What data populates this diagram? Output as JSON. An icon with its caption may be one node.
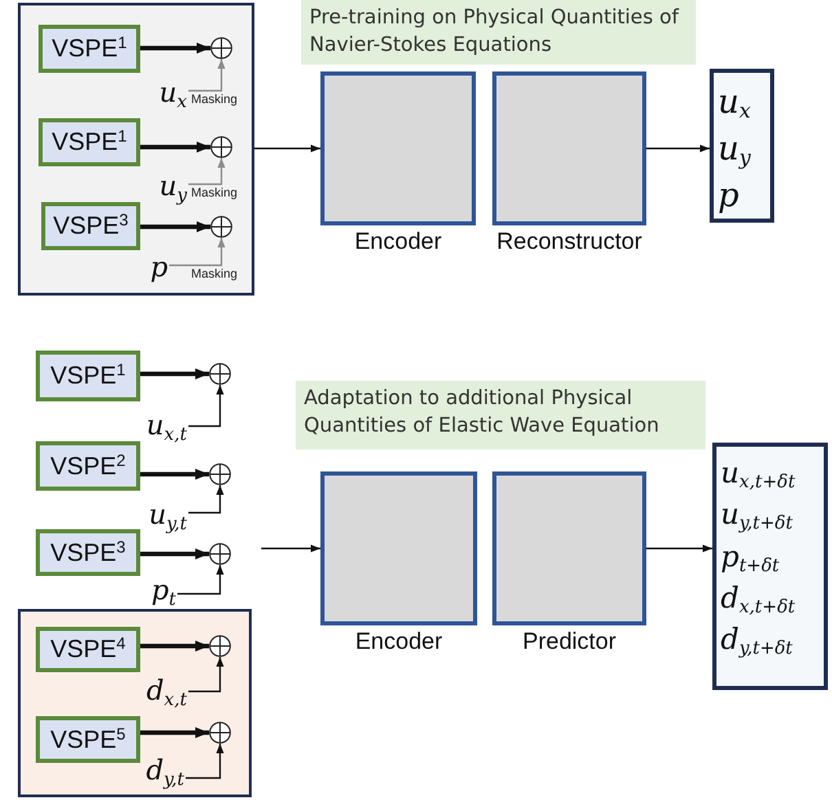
{
  "diagram": {
    "nodes": [
      {
        "text": [],
        "shape": "box"
      },
      {
        "text": [
          "VSPE$^{1}$"
        ],
        "in": 0
      },
      {
        "text": [],
        "shape": "circle",
        "in": 0
      },
      {
        "text": [
          "u$_{x}$"
        ],
        "in": 0
      },
      {
        "text": [
          "VSPE$^{1}$"
        ],
        "in": 0
      },
      {
        "text": [],
        "shape": "circle",
        "in": 0
      },
      {
        "text": [
          "u$_{y}$"
        ],
        "in": 0
      },
      {
        "text": [
          "VSPE$^{3}$"
        ],
        "in": 0
      },
      {
        "text": [],
        "shape": "circle",
        "in": 0
      },
      {
        "text": [
          "p"
        ],
        "in": 0
      },
      {
        "text": [
          "Pre-training on Physical Quantities of Navier-Stokes Equations"
        ]
      },
      {
        "text": [
          "Encoder"
        ]
      },
      {
        "text": [
          "Reconstructor"
        ]
      },
      {
        "text": [
          "u$_{x}$",
          "u$_{y}$",
          "p"
        ]
      },
      {
        "text": [
          "VSPE$^{1}$"
        ]
      },
      {
        "text": [],
        "shape": "circle"
      },
      {
        "text": [
          "u$_{x,t}$"
        ]
      },
      {
        "text": [
          "VSPE$^{2}$"
        ]
      },
      {
        "text": [],
        "shape": "circle"
      },
      {
        "text": [
          "u$_{y,t}$"
        ]
      },
      {
        "text": [
          "VSPE$^{3}$"
        ]
      },
      {
        "text": [],
        "shape": "circle"
      },
      {
        "text": [
          "p$_{t}$"
        ]
      },
      {
        "text": [],
        "shape": "box"
      },
      {
        "text": [
          "VSPE$^{4}$"
        ],
        "in": 23
      },
      {
        "text": [],
        "shape": "circle",
        "in": 23
      },
      {
        "text": [
          "d$_{x,t}$"
        ],
        "in": 23
      },
      {
        "text": [
          "VSPE$^{5}$"
        ],
        "in": 23
      },
      {
        "text": [],
        "shape": "circle",
        "in": 23
      },
      {
        "text": [
          "d$_{y,t}$"
        ],
        "in": 23
      },
      {
        "text": [
          "Adaptation to additional Physical Quantities of Elastic Wave Equation"
        ]
      },
      {
        "text": [
          "Encoder"
        ]
      },
      {
        "text": [
          "Predictor"
        ]
      },
      {
        "text": [
          "u$_{x,t+δt}$",
          "u$_{y,t+δt}$",
          "p$_{t+δt}$",
          "d$_{x,t+δt}$",
          "d$_{y,t+δt}$"
        ]
      }
    ],
    "edges": [
      {
        "from": 1,
        "to": 2,
        "arrow": "to",
        "style": "thick"
      },
      {
        "from": 3,
        "to": 2,
        "arrow": "to",
        "label": "Masking",
        "color": "#8c8c8c"
      },
      {
        "from": 4,
        "to": 5,
        "arrow": "to",
        "style": "thick"
      },
      {
        "from": 6,
        "to": 5,
        "arrow": "to",
        "label": "Masking",
        "color": "#8c8c8c"
      },
      {
        "from": 7,
        "to": 8,
        "arrow": "to",
        "style": "thick"
      },
      {
        "from": 9,
        "to": 8,
        "arrow": "to",
        "label": "Masking",
        "color": "#8c8c8c"
      },
      {
        "from": 0,
        "to": 11,
        "arrow": "to"
      },
      {
        "from": 12,
        "to": 13,
        "arrow": "to"
      },
      {
        "from": 14,
        "to": 15,
        "arrow": "to",
        "style": "thick"
      },
      {
        "from": 16,
        "to": 15,
        "arrow": "to"
      },
      {
        "from": 17,
        "to": 18,
        "arrow": "to",
        "style": "thick"
      },
      {
        "from": 19,
        "to": 18,
        "arrow": "to"
      },
      {
        "from": 20,
        "to": 21,
        "arrow": "to",
        "style": "thick"
      },
      {
        "from": 22,
        "to": 21,
        "arrow": "to"
      },
      {
        "from": 24,
        "to": 25,
        "arrow": "to",
        "style": "thick"
      },
      {
        "from": 26,
        "to": 25,
        "arrow": "to"
      },
      {
        "from": 27,
        "to": 28,
        "arrow": "to",
        "style": "thick"
      },
      {
        "from": 29,
        "to": 28,
        "arrow": "to"
      },
      {
        "from": null,
        "to": 31,
        "arrow": "to"
      },
      {
        "from": 32,
        "to": 33,
        "arrow": "to"
      }
    ]
  }
}
